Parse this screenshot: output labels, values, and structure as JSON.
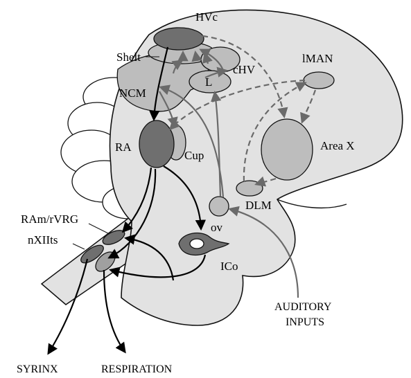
{
  "diagram": {
    "colors": {
      "brain_fill": "#e2e2e2",
      "region_fill": "#bdbdbd",
      "nucleus_dark": "#6f6f6f",
      "nucleus_mid": "#a0a0a0",
      "arrow_gray": "#6a6a6a",
      "arrow_black": "#000000",
      "outline": "#111111"
    },
    "labels": {
      "hvc": "HVc",
      "shelt": "Shelt",
      "ncm": "NCM",
      "chv": "cHV",
      "l": "L",
      "lman": "lMAN",
      "ra": "RA",
      "cup": "Cup",
      "area_x": "Area X",
      "dlm": "DLM",
      "ov": "ov",
      "ram_rvrg": "RAm/rVRG",
      "nxiits": "nXIIts",
      "ico": "ICo",
      "auditory_inputs_line1": "AUDITORY",
      "auditory_inputs_line2": "INPUTS",
      "syrinx": "SYRINX",
      "respiration": "RESPIRATION"
    }
  }
}
